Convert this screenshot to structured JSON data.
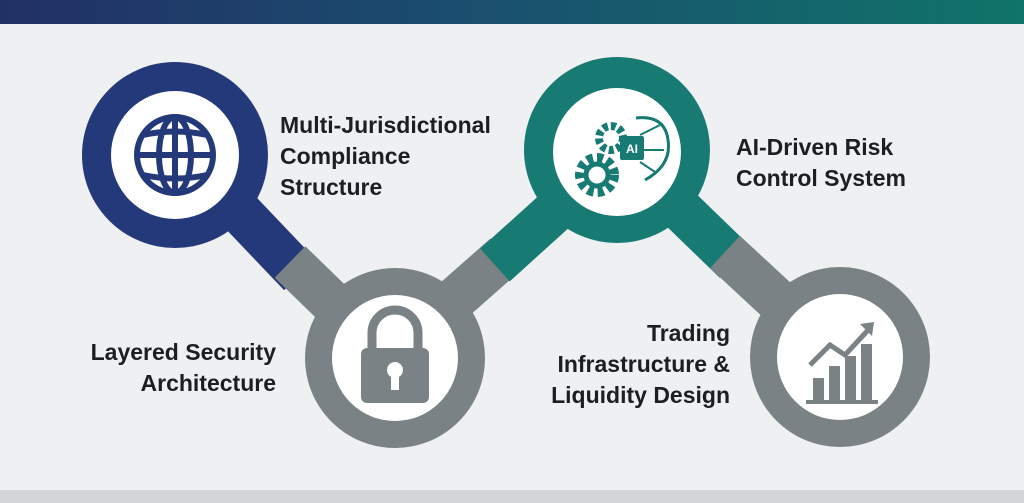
{
  "colors": {
    "navy": "#24397a",
    "teal": "#177a73",
    "gray": "#7a8285",
    "background": "#eef0f1"
  },
  "steps": [
    {
      "label_lines": [
        "Multi-Jurisdictional",
        "Compliance",
        "Structure"
      ],
      "icon": "globe-icon",
      "color": "navy"
    },
    {
      "label_lines": [
        "Layered Security",
        "Architecture"
      ],
      "icon": "lock-icon",
      "color": "gray"
    },
    {
      "label_lines": [
        "AI-Driven Risk",
        "Control System"
      ],
      "icon": "ai-brain-gears-icon",
      "icon_text": "AI",
      "color": "teal"
    },
    {
      "label_lines": [
        "Trading",
        "Infrastructure &",
        "Liquidity Design"
      ],
      "icon": "growth-chart-icon",
      "color": "gray"
    }
  ]
}
